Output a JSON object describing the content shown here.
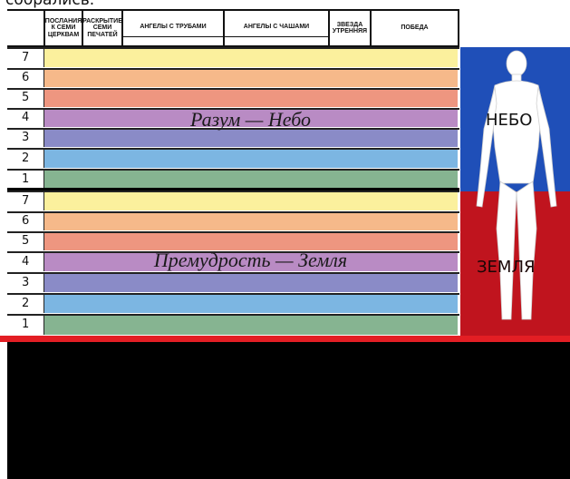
{
  "top_text": "собрались.",
  "header": {
    "columns": [
      {
        "title": "ПОСЛАНИЯ\nК СЕМИ\nЦЕРКВАМ"
      },
      {
        "title": "РАСКРЫТИЕ\nСЕМИ\nПЕЧАТЕЙ"
      },
      {
        "title": "АНГЕЛЫ С ТРУБАМИ",
        "subtitle": "Внутреннее Царство"
      },
      {
        "title": "АНГЕЛЫ С ЧАШАМИ",
        "subtitle": "Внешнее Царство"
      },
      {
        "title": "ЗВЕЗДА\nУТРЕННЯЯ"
      },
      {
        "title": "ПОБЕДА"
      }
    ]
  },
  "sections": [
    {
      "label": "Разум — Небо",
      "rows": [
        {
          "num": "7",
          "color": "#fbf09d"
        },
        {
          "num": "6",
          "color": "#f6b98a"
        },
        {
          "num": "5",
          "color": "#ee9680"
        },
        {
          "num": "4",
          "color": "#b98bc4"
        },
        {
          "num": "3",
          "color": "#8a8bc7"
        },
        {
          "num": "2",
          "color": "#7cb6e2"
        },
        {
          "num": "1",
          "color": "#86b491"
        }
      ]
    },
    {
      "label": "Премудрость — Земля",
      "rows": [
        {
          "num": "7",
          "color": "#fbf09d"
        },
        {
          "num": "6",
          "color": "#f6b98a"
        },
        {
          "num": "5",
          "color": "#ee9680"
        },
        {
          "num": "4",
          "color": "#b98bc4"
        },
        {
          "num": "3",
          "color": "#8a8bc7"
        },
        {
          "num": "2",
          "color": "#7cb6e2"
        },
        {
          "num": "1",
          "color": "#86b491"
        }
      ]
    }
  ],
  "figure": {
    "upper_label": "НЕБО",
    "lower_label": "ЗЕМЛЯ",
    "colors": {
      "white": "#ffffff",
      "blue": "#1f4fb8",
      "red": "#c0141e"
    },
    "icon": "human-figure-icon"
  },
  "colors": {
    "bottom_bar": "#e31e24",
    "bottom_block": "#000000"
  }
}
